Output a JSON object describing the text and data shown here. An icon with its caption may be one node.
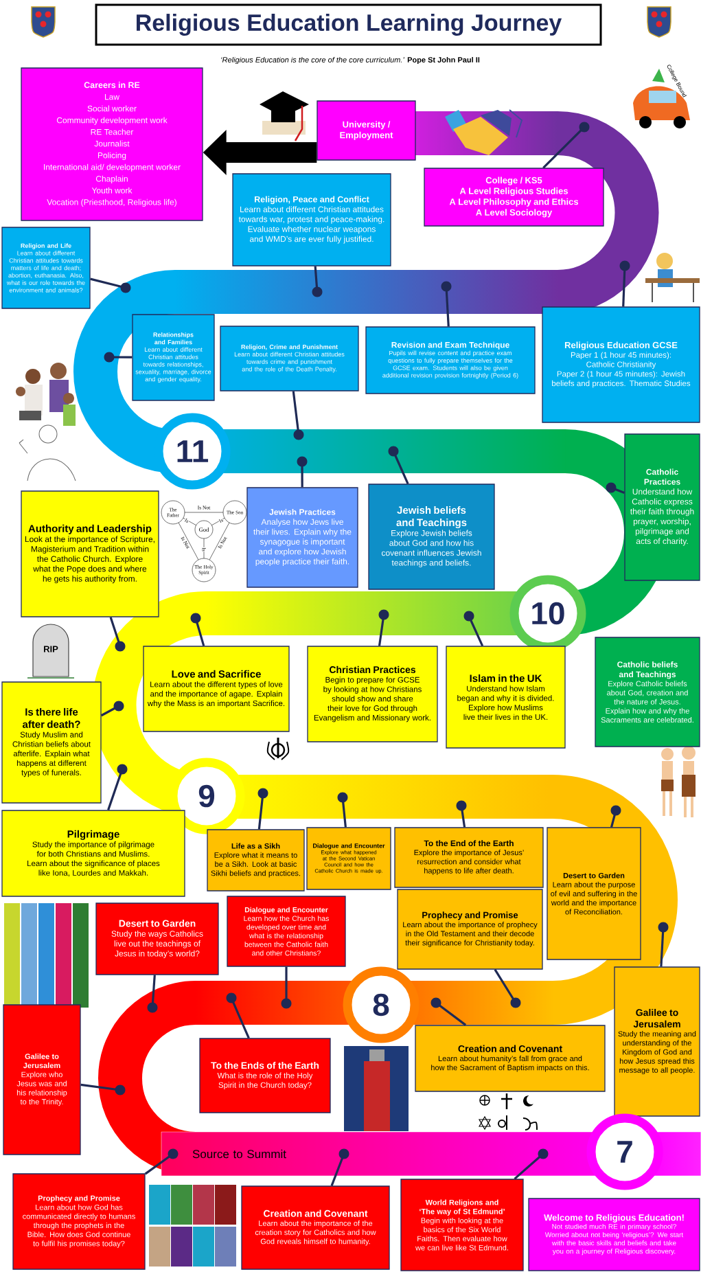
{
  "diagram": {
    "title": "Religious Education Learning Journey",
    "nodes": [
      {
        "text": [
          "Careers in RE",
          "Law",
          "Social worker",
          "Community development work",
          "RE Teacher",
          "Journalist",
          "Policing",
          "International aid/ development worker",
          "Chaplain",
          "Youth work",
          "Vocation (Priesthood, Religious life)"
        ]
      },
      {
        "text": [
          "University / Employment"
        ]
      },
      {
        "text": [
          "Religion, Peace and Conflict",
          "Learn about different Christian attitudes towards war, protest and peace-making. Evaluate whether nuclear weapons and WMD’s are ever fully justified."
        ]
      },
      {
        "text": [
          "College / KS5",
          "A Level Religious Studies",
          "A Level Philosophy and Ethics",
          "A Level Sociology"
        ]
      },
      {
        "text": [
          "Religion and Life",
          "Learn about different Christian attitudes towards matters of life and death; abortion, euthanasia. Also, what is our role towards the environment and animals?"
        ]
      },
      {
        "text": [
          "Relationships and Families",
          "Learn about different Christian attitudes towards relationships, sexuality, marriage, divorce and gender equality."
        ]
      },
      {
        "text": [
          "Religion, Crime and Punishment",
          "Learn about different Christian attitudes towards crime and punishment and the role of the Death Penalty."
        ]
      },
      {
        "text": [
          "Revision and Exam Technique",
          "Pupils will revise content and practice exam questions to fully prepare themselves for the GCSE exam. Students will also be given additional revision provision fortnightly (Period 6)"
        ]
      },
      {
        "text": [
          "Religious Education GCSE",
          "Paper 1 (1 hour 45 minutes): Catholic Christianity",
          "Paper 2 (1 hour 45 minutes): Jewish beliefs and practices. Thematic Studies"
        ]
      },
      {
        "text": [
          "11"
        ]
      },
      {
        "text": [
          "Jewish Practices",
          "Analyse how Jews live their lives. Explain why the synagogue is important and explore how Jewish people practice their faith."
        ]
      },
      {
        "text": [
          "Jewish beliefs and Teachings",
          "Explore Jewish beliefs about God and how his covenant influences Jewish teachings and beliefs."
        ]
      },
      {
        "text": [
          "Catholic Practices",
          "Understand how Catholic express their faith through prayer, worship, pilgrimage and acts of charity."
        ]
      },
      {
        "text": [
          "Authority and Leadership",
          "Look at the importance of Scripture, Magisterium and Tradition within the Catholic Church. Explore what the Pope does and where he gets his authority from."
        ]
      },
      {
        "text": [
          "10"
        ]
      },
      {
        "text": [
          "Love and Sacrifice",
          "Learn about the different types of love and the importance of agape. Explain why the Mass is an important Sacrifice."
        ]
      },
      {
        "text": [
          "Christian Practices",
          "Begin to prepare for GCSE by looking at how Christians should show and share their love for God through Evangelism and Missionary work."
        ]
      },
      {
        "text": [
          "Islam in the UK",
          "Understand how Islam began and why it is divided. Explore how Muslims live their lives in the UK."
        ]
      },
      {
        "text": [
          "Catholic beliefs and Teachings",
          "Explore Catholic beliefs about God, creation and the nature of Jesus. Explain how and why the Sacraments are celebrated."
        ]
      },
      {
        "text": [
          "Is there life after death?",
          "Study Muslim and Christian beliefs about afterlife. Explain what happens at different types of funerals."
        ]
      },
      {
        "text": [
          "9"
        ]
      },
      {
        "text": [
          "Pilgrimage",
          "Study the importance of pilgrimage for both Christians and Muslims. Learn about the significance of places like Iona, Lourdes and Makkah."
        ]
      },
      {
        "text": [
          "Life as a Sikh",
          "Explore what it means to be a Sikh. Look at basic Sikhi beliefs and practices."
        ]
      },
      {
        "text": [
          "Dialogue and Encounter",
          "Explore what happened at the Second Vatican Council and how the Catholic Church is made up."
        ]
      },
      {
        "text": [
          "To the End of the Earth",
          "Explore the importance of Jesus’ resurrection and consider what happens to life after death."
        ]
      },
      {
        "text": [
          "Desert to Garden",
          "Learn about the purpose of evil and suffering in the world and the importance of Reconciliation."
        ]
      },
      {
        "text": [
          "Prophecy and Promise",
          "Learn about the importance of prophecy in the Old Testament and their decode their significance for Christianity today."
        ]
      },
      {
        "text": [
          "Desert to Garden",
          "Study the ways Catholics live out the teachings of Jesus in today’s world?"
        ]
      },
      {
        "text": [
          "Dialogue and Encounter",
          "Learn how the Church has developed over time and what is the relationship between the Catholic faith and other Christians?"
        ]
      },
      {
        "text": [
          "Galilee to Jerusalem",
          "Study the meaning and understanding of the Kingdom of God and how Jesus spread this message to all people."
        ]
      },
      {
        "text": [
          "8"
        ]
      },
      {
        "text": [
          "Galilee to Jerusalem",
          "Explore who Jesus was and his relationship to the Trinity."
        ]
      },
      {
        "text": [
          "To the Ends of the Earth",
          "What is the role of the Holy Spirit in the Church today?"
        ]
      },
      {
        "text": [
          "Creation and Covenant",
          "Learn about humanity’s fall from grace and how the Sacrament of Baptism impacts on this."
        ]
      },
      {
        "text": [
          "7"
        ]
      },
      {
        "text": [
          "Source to Summit"
        ]
      },
      {
        "text": [
          "Prophecy and Promise",
          "Learn about how God has communicated directly to humans through the prophets in the Bible. How does God continue to fulfil his promises today?"
        ]
      },
      {
        "text": [
          "Creation and Covenant",
          "Learn about the importance of the creation story for Catholics and how God reveals himself to humanity."
        ]
      },
      {
        "text": [
          "World Religions and ‘The way of St Edmund’",
          "Begin with looking at the basics of the Six World Faiths. Then evaluate how we can live like St Edmund."
        ]
      },
      {
        "text": [
          "Welcome to Religious Education!",
          "Not studied much RE in primary school? Worried about not being ‘religious’? We start with the basic skills and beliefs and take you on a journey of Religious discovery."
        ]
      }
    ],
    "edges": [
      {
        "from": 1,
        "to": 0,
        "arrow": "to",
        "style": "thick",
        "color": "#000000"
      },
      {
        "from": 2,
        "to": null,
        "arrow": "other"
      },
      {
        "from": 3,
        "to": null,
        "arrow": "other"
      },
      {
        "from": 4,
        "to": null,
        "arrow": "other"
      },
      {
        "from": 5,
        "to": null,
        "arrow": "other"
      },
      {
        "from": 6,
        "to": null,
        "arrow": "other"
      },
      {
        "from": 7,
        "to": null,
        "arrow": "other"
      },
      {
        "from": 8,
        "to": null,
        "arrow": "other"
      },
      {
        "from": 10,
        "to": null,
        "arrow": "other"
      },
      {
        "from": 11,
        "to": null,
        "arrow": "other"
      },
      {
        "from": 12,
        "to": null,
        "arrow": "other"
      },
      {
        "from": 13,
        "to": null,
        "arrow": "other"
      },
      {
        "from": 15,
        "to": null,
        "arrow": "other"
      },
      {
        "from": 16,
        "to": null,
        "arrow": "other"
      },
      {
        "from": 17,
        "to": null,
        "arrow": "other"
      },
      {
        "from": 19,
        "to": null,
        "arrow": "other"
      },
      {
        "from": 21,
        "to": null,
        "arrow": "other"
      },
      {
        "from": 22,
        "to": null,
        "arrow": "other"
      },
      {
        "from": 23,
        "to": null,
        "arrow": "other"
      },
      {
        "from": 24,
        "to": null,
        "arrow": "other"
      },
      {
        "from": 25,
        "to": null,
        "arrow": "other"
      },
      {
        "from": 26,
        "to": null,
        "arrow": "other"
      },
      {
        "from": 27,
        "to": null,
        "arrow": "other"
      },
      {
        "from": 28,
        "to": null,
        "arrow": "other"
      },
      {
        "from": 29,
        "to": null,
        "arrow": "other"
      },
      {
        "from": 31,
        "to": null,
        "arrow": "other"
      },
      {
        "from": 32,
        "to": null,
        "arrow": "other"
      },
      {
        "from": 33,
        "to": null,
        "arrow": "other"
      },
      {
        "from": 36,
        "to": 35,
        "arrow": "other"
      },
      {
        "from": 37,
        "to": 35,
        "arrow": "other"
      },
      {
        "from": 38,
        "to": 35,
        "arrow": "other"
      }
    ],
    "labels": [
      "*‘Religious Education is the core of the core curriculum.’* **Pope St John Paul II**",
      "College Bound",
      "The Father",
      "Is Not",
      "The Son",
      "Is",
      "God",
      "Is",
      "Is Not",
      "Is",
      "Is Not",
      "The Holy Spirit",
      "RIP"
    ]
  }
}
